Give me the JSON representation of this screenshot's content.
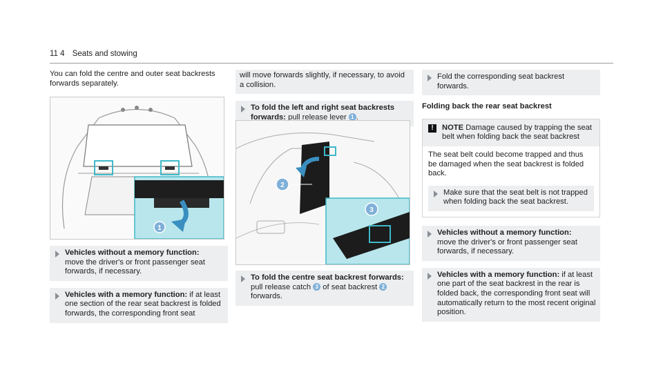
{
  "header": {
    "page_number": "11 4",
    "section": "Seats and stowing"
  },
  "col1": {
    "intro": "You can fold the centre and outer seat backrests forwards separately.",
    "step1_bold": "Vehicles without a memory function:",
    "step1_text": "move the driver's or front passenger seat forwards, if necessary.",
    "step2_bold": "Vehicles with a memory function:",
    "step2_text": "if at least one section of the rear seat backrest is folded forwards, the corresponding front seat",
    "callout": "1"
  },
  "col2": {
    "cont": "will move forwards slightly, if necessary, to avoid a collision.",
    "step1_bold": "To fold the left and right seat backrests forwards:",
    "step1_text": "pull release lever",
    "step1_num": "1",
    "step2_bold": "To fold the centre seat backrest forwards:",
    "step2_text_a": "pull release catch",
    "step2_num_a": "3",
    "step2_text_b": "of seat backrest",
    "step2_num_b": "2",
    "step2_text_c": "forwards.",
    "callout2": "2",
    "callout3": "3"
  },
  "col3": {
    "step1_text": "Fold the corresponding seat backrest forwards.",
    "heading": "Folding back the rear seat backrest",
    "note_icon": "!",
    "note_label": "NOTE",
    "note_head": "Damage caused by trapping the seat belt when folding back the seat backrest",
    "note_body": "The seat belt could become trapped and thus be damaged when the seat backrest is folded back.",
    "note_step": "Make sure that the seat belt is not trapped when folding back the seat backrest.",
    "step2_bold": "Vehicles without a memory function:",
    "step2_text": "move the driver's or front passenger seat forwards, if necessary.",
    "step3_bold": "Vehicles with a memory function:",
    "step3_text": "if at least one part of the seat backrest in the rear is folded back, the corresponding front seat will automatically return to the most recent original position."
  },
  "colors": {
    "accent_blue": "#7fb0d8",
    "step_bg": "#eceef0",
    "figure_cyan": "#b8e6ec"
  }
}
